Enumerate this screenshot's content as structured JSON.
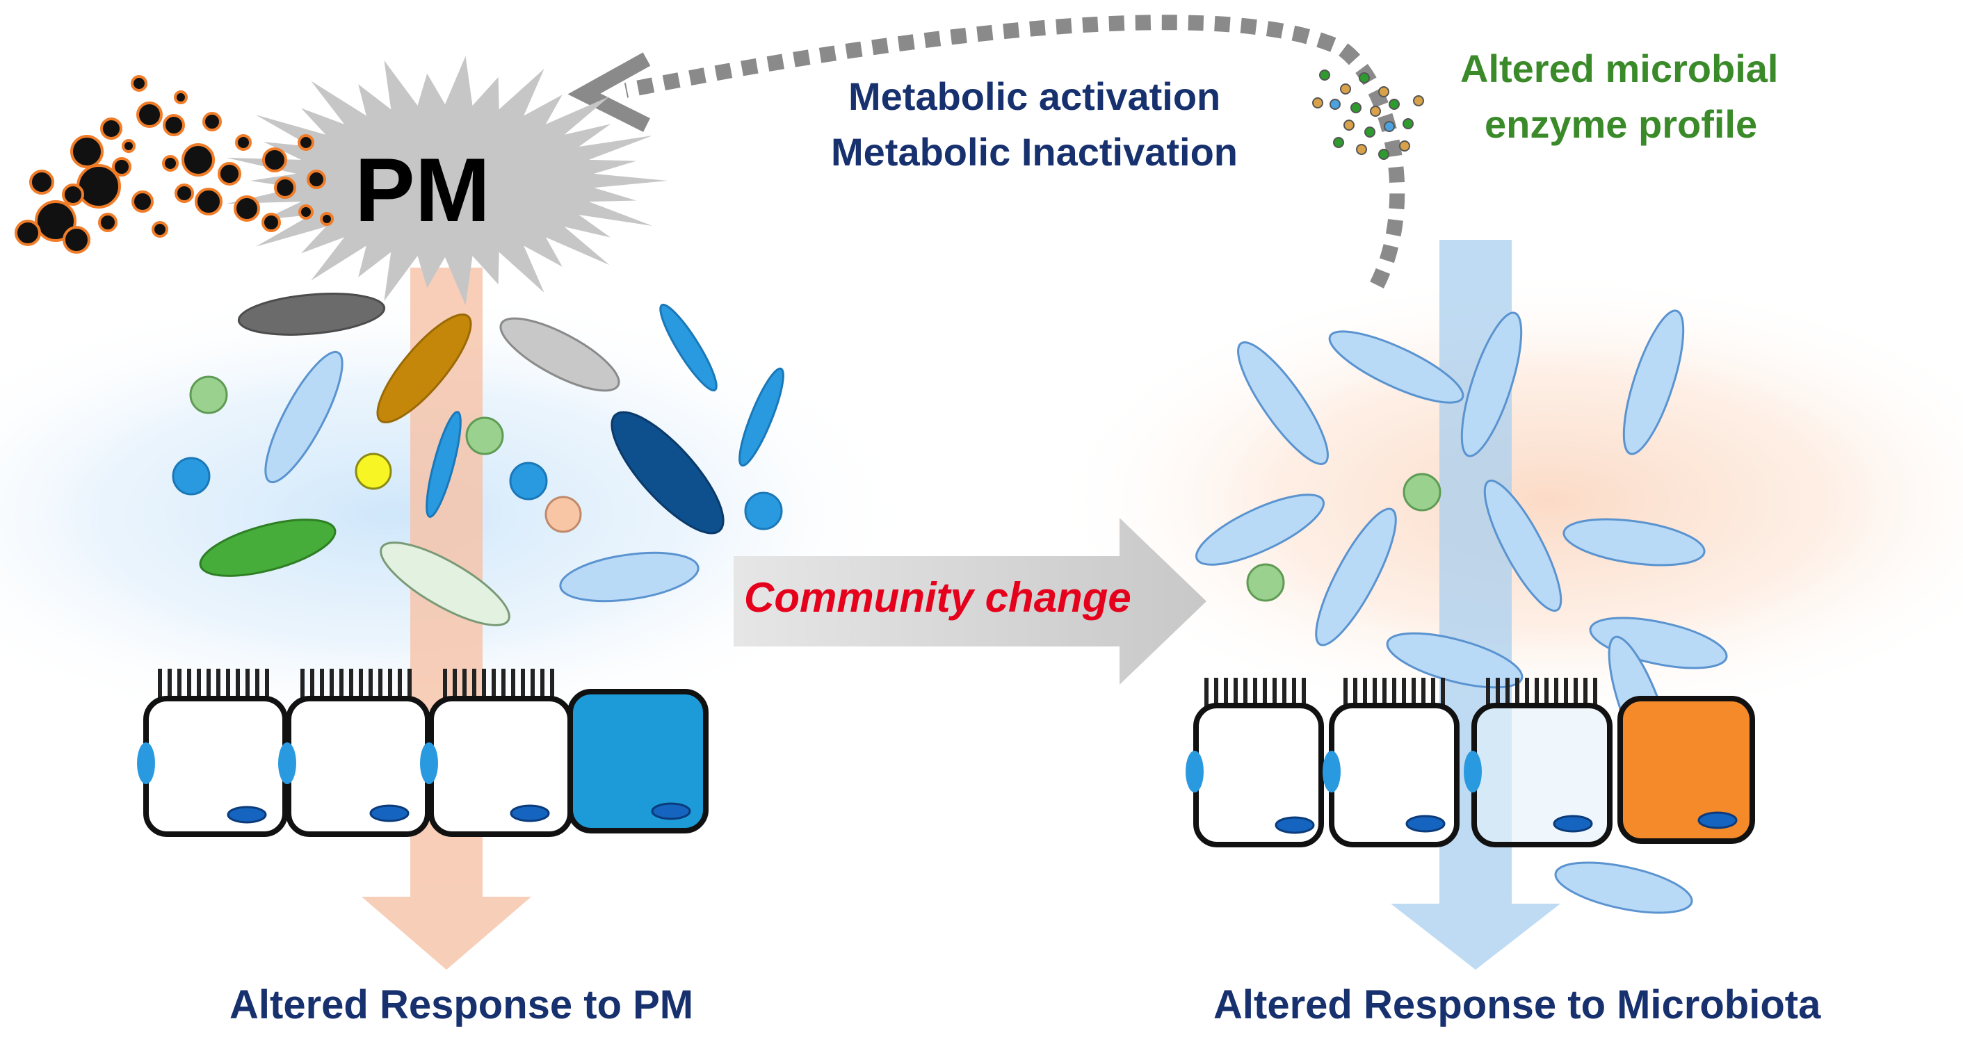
{
  "pm_label": "PM",
  "metabolic_lines": [
    "Metabolic activation",
    "Metabolic Inactivation"
  ],
  "enzyme_lines": [
    "Altered microbial",
    "enzyme profile"
  ],
  "community_change": "Community  change",
  "left_response": "Altered Response to PM",
  "right_response": "Altered Response to Microbiota",
  "colors": {
    "navy_text": "#17306e",
    "green_text": "#3a8a2a",
    "red_text": "#e5001c",
    "pm_orange": "#f07c28",
    "microbe_blue": "#b9daf7",
    "cell_blue": "#1d9bd9",
    "cell_orange": "#f58a2a",
    "nucleus_blue": "#1565c0"
  }
}
